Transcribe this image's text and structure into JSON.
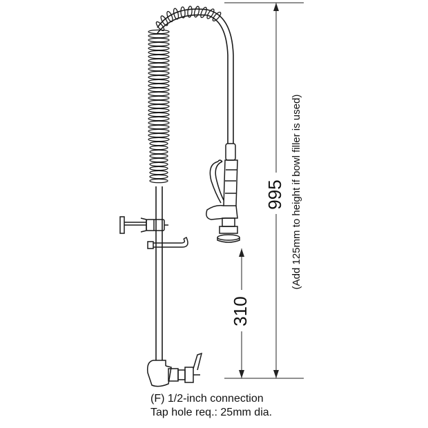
{
  "dimensions": {
    "overall_height": "995",
    "bowl_filler_note": "(Add 125mm to height if bowl filler is used)",
    "spray_height": "310"
  },
  "caption": {
    "connection": "(F) 1/2-inch connection",
    "tap_hole": "Tap hole req.: 25mm dia."
  },
  "colors": {
    "line": "#1a1a1a",
    "dimension_line": "#222222",
    "background": "#ffffff"
  }
}
